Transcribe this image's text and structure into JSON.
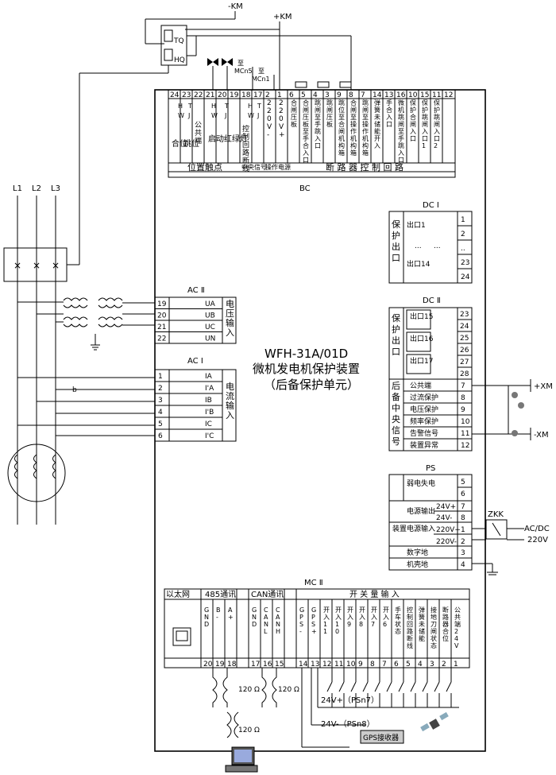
{
  "top_bus": {
    "neg": "-KM",
    "pos": "+KM"
  },
  "relay_labels": [
    "TQ",
    "HQ"
  ],
  "mcn_labels": [
    "至",
    "MCn5",
    "至",
    "MCn1"
  ],
  "phases": [
    "L1",
    "L2",
    "L3"
  ],
  "top_terminals": {
    "numbers": [
      "24",
      "23",
      "22",
      "21",
      "20",
      "19",
      "18",
      "17",
      "2",
      "1",
      "6",
      "5",
      "4",
      "3",
      "9",
      "8",
      "7",
      "14",
      "13",
      "16",
      "10",
      "15",
      "11",
      "12"
    ],
    "hw_labels": [
      "H",
      "T",
      "W",
      "J"
    ],
    "position_labels": [
      "合位",
      "跳位",
      "公共端",
      "启动红绿灯"
    ],
    "center_labels": [
      "控制回路断线",
      "220V-",
      "220V+"
    ],
    "breaker_labels": [
      "合闸压板",
      "合闸压板至手合入口",
      "跳闸至手跳入口",
      "跳闸压板",
      "跳位至合闸机构箱",
      "合闸至操作机构箱",
      "跳闸至操作机构箱",
      "弹簧未储能开入",
      "手合入口",
      "微机跳闸至手跳入口",
      "保护合闸入口",
      "保护跳闸入口1",
      "保护跳闸入口2"
    ],
    "group_labels": [
      "位置触点",
      "中央信号",
      "操作电源",
      "断 路 器 控 制 回 路"
    ]
  },
  "bc_label": "BC",
  "device": {
    "model": "WFH-31A/01D",
    "name": "微机发电机保护装置",
    "unit": "（后备保护单元）"
  },
  "ac2": {
    "title": "AC Ⅱ",
    "terminals": [
      "19",
      "20",
      "21",
      "22"
    ],
    "signals": [
      "UA",
      "UB",
      "UC",
      "UN"
    ],
    "group": "电压输入"
  },
  "ac1": {
    "title": "AC Ⅰ",
    "terminals": [
      "1",
      "2",
      "3",
      "4",
      "5",
      "6"
    ],
    "signals": [
      "IA",
      "I'A",
      "IB",
      "I'B",
      "IC",
      "I'C"
    ],
    "group": "电流输入"
  },
  "dc1": {
    "title": "DC Ⅰ",
    "group": "保护出口",
    "items": [
      "出口1",
      "...",
      "...",
      "...",
      "出口14"
    ],
    "terminals": [
      "1",
      "2",
      "..",
      "23",
      "24"
    ]
  },
  "dc2": {
    "title": "DC Ⅱ",
    "protect_group": "保护出口",
    "outlets": [
      "出口15",
      "出口16",
      "出口17"
    ],
    "outlet_terminals": [
      "23",
      "24",
      "25",
      "26",
      "27",
      "28"
    ],
    "central_group": "后备中央信号",
    "signals": [
      "公共端",
      "过流保护",
      "电压保护",
      "频率保护",
      "告警信号",
      "装置异常"
    ],
    "signal_terminals": [
      "7",
      "8",
      "9",
      "10",
      "11",
      "12"
    ],
    "xm_pos": "+XM",
    "xm_neg": "-XM"
  },
  "ps": {
    "title": "PS",
    "items": [
      "弱电失电",
      "电源输出",
      "24V+",
      "24V-",
      "装置电源输入",
      "220V+",
      "220V-",
      "数字地",
      "机壳地"
    ],
    "terminals": [
      "5",
      "6",
      "7",
      "8",
      "1",
      "2",
      "3",
      "4"
    ],
    "zkk": "ZKK",
    "acdc": "AC/DC",
    "v220": "220V"
  },
  "mc2": {
    "title": "MC Ⅱ",
    "ethernet": "以太网",
    "rs485": "485通讯",
    "can": "CAN通讯",
    "binary_input": "开 关 量 输 入",
    "col_labels": [
      "GND",
      "B-",
      "A+",
      "GND",
      "CANL",
      "CANH",
      "GPS-",
      "GPS+",
      "开入11",
      "开入10",
      "开入9",
      "开入8",
      "开入7",
      "开入6",
      "手车状态",
      "控制回路断线",
      "弹簧未储能",
      "接地刀闸状态",
      "断路器合位",
      "公共端24V"
    ],
    "terminals": [
      "20",
      "19",
      "18",
      "17",
      "16",
      "15",
      "14",
      "13",
      "12",
      "11",
      "10",
      "9",
      "8",
      "7",
      "6",
      "5",
      "4",
      "3",
      "2",
      "1"
    ]
  },
  "bottom": {
    "resistor": "120 Ω",
    "v24p": "24V+（PSn7）",
    "v24n": "24V-（PSn8）",
    "gps": "GPS接收器"
  },
  "misc": {
    "b_label": "b"
  }
}
